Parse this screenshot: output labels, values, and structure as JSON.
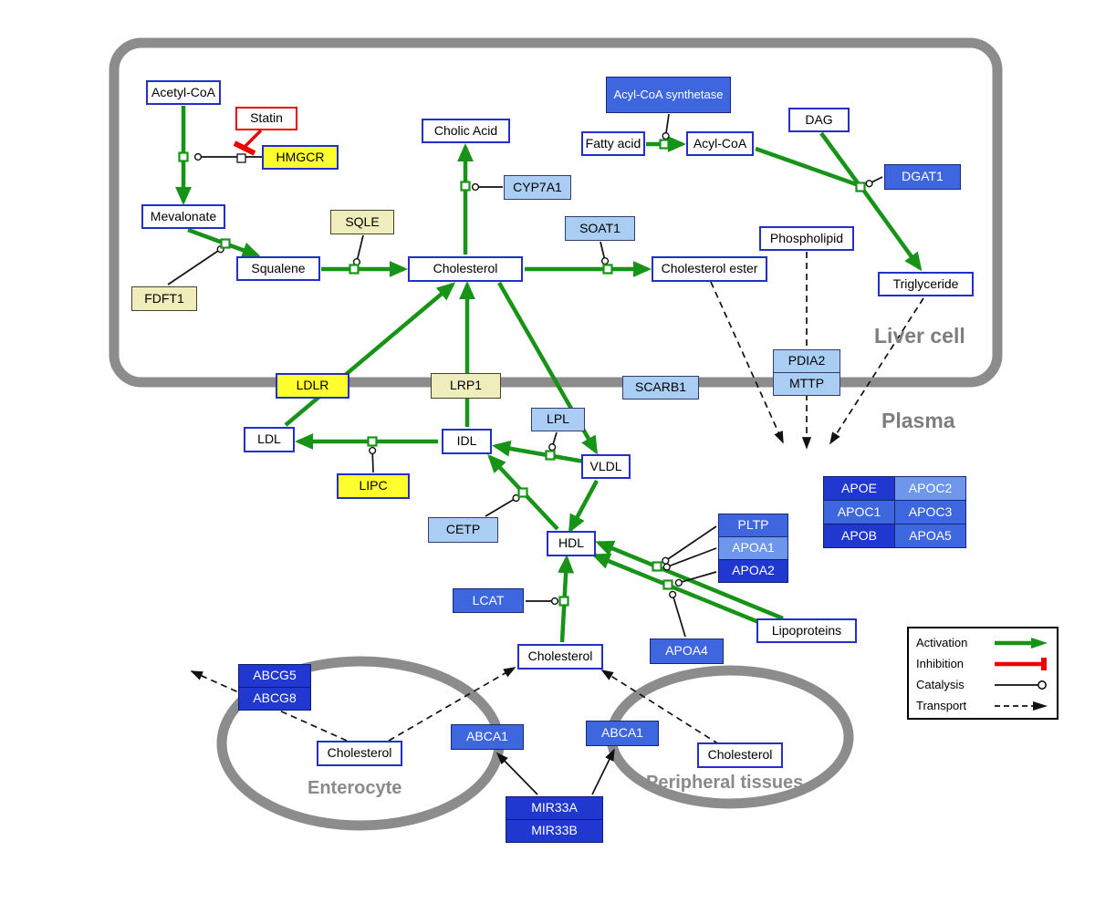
{
  "compartments": {
    "liver": "Liver cell",
    "plasma": "Plasma",
    "enterocyte": "Enterocyte",
    "peripheral": "Peripheral tissues"
  },
  "nodes": {
    "acetyl_coa": "Acetyl-CoA",
    "statin": "Statin",
    "hmgcr": "HMGCR",
    "mevalonate": "Mevalonate",
    "sqle": "SQLE",
    "fdft1": "FDFT1",
    "squalene": "Squalene",
    "cholesterol_liver": "Cholesterol",
    "cholic_acid": "Cholic Acid",
    "cyp7a1": "CYP7A1",
    "soat1": "SOAT1",
    "cholesterol_ester": "Cholesterol ester",
    "acyl_coa_synthetase": "Acyl-CoA synthetase",
    "fatty_acid": "Fatty acid",
    "acyl_coa": "Acyl-CoA",
    "dag": "DAG",
    "dgat1": "DGAT1",
    "phospholipid": "Phospholipid",
    "triglyceride": "Triglyceride",
    "pdia2": "PDIA2",
    "mttp": "MTTP",
    "ldlr": "LDLR",
    "lrp1": "LRP1",
    "scarb1": "SCARB1",
    "ldl": "LDL",
    "idl": "IDL",
    "lpl": "LPL",
    "vldl": "VLDL",
    "lipc": "LIPC",
    "cetp": "CETP",
    "hdl": "HDL",
    "pltp": "PLTP",
    "apoa1": "APOA1",
    "apoa2": "APOA2",
    "lcat": "LCAT",
    "apoa4": "APOA4",
    "lipoproteins": "Lipoproteins",
    "apoe": "APOE",
    "apoc2": "APOC2",
    "apoc1": "APOC1",
    "apoc3": "APOC3",
    "apob": "APOB",
    "apoa5": "APOA5",
    "cholesterol_plasma": "Cholesterol",
    "abcg5": "ABCG5",
    "abcg8": "ABCG8",
    "cholesterol_enterocyte": "Cholesterol",
    "abca1_left": "ABCA1",
    "abca1_right": "ABCA1",
    "cholesterol_peripheral": "Cholesterol",
    "mir33a": "MIR33A",
    "mir33b": "MIR33B"
  },
  "legend": {
    "activation": "Activation",
    "inhibition": "Inhibition",
    "catalysis": "Catalysis",
    "transport": "Transport"
  },
  "colors": {
    "activation_green": "#179417",
    "inhibition_red": "#ef0000",
    "membrane_gray": "#8c8c8c",
    "metabolite_border_blue": "#2230c8",
    "enzyme_yellow": "#ffff2e",
    "enzyme_pale_yellow": "#efedbb",
    "protein_light_blue": "#a9cdf3",
    "protein_medium_blue": "#3e66df",
    "protein_dark_blue": "#2038cf"
  }
}
